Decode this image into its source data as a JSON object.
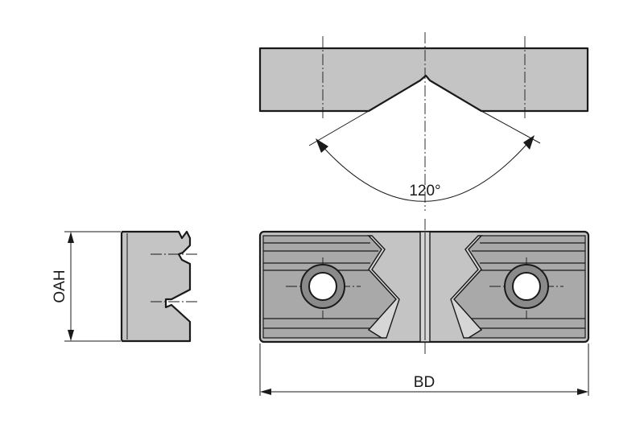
{
  "diagram": {
    "angle_label": "120°",
    "width_label": "BD",
    "height_label": "OAH"
  }
}
